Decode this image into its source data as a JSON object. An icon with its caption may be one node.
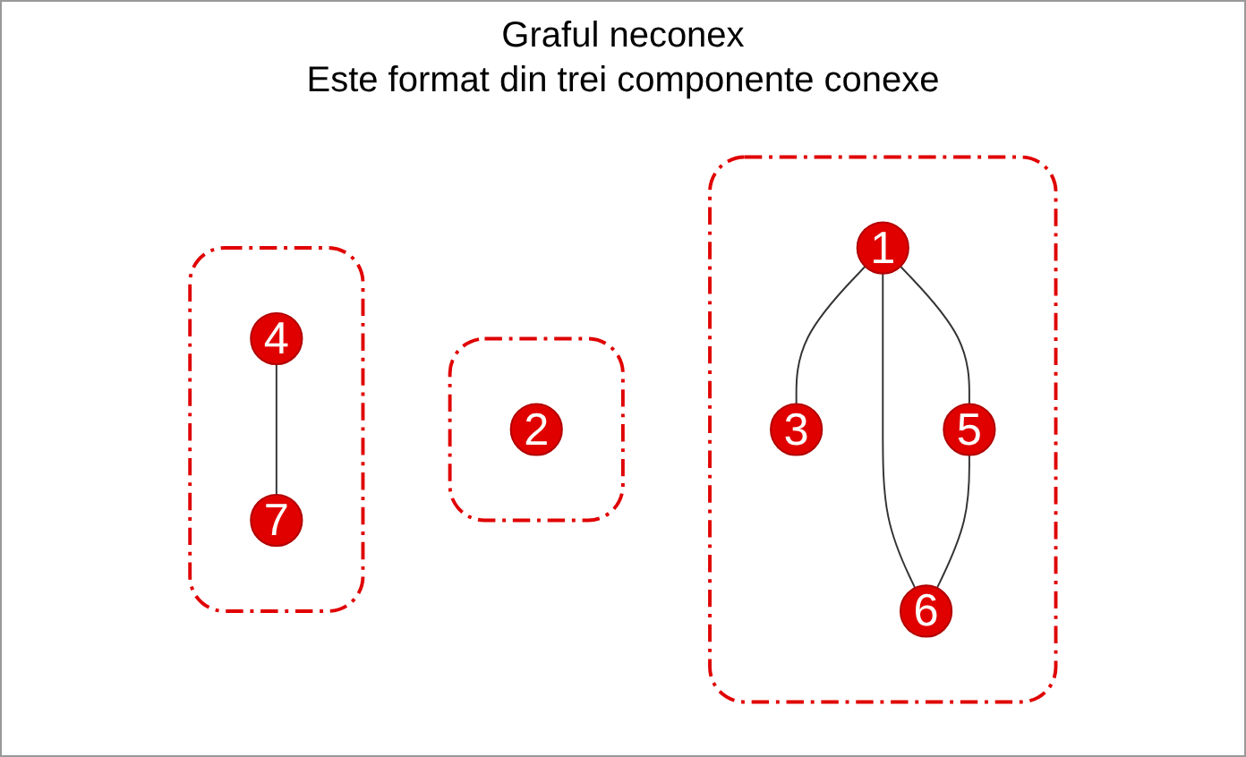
{
  "diagram": {
    "title": "Graful neconex",
    "nodes": [
      {
        "text": [],
        "shape": "box"
      },
      {
        "text": [
          "1"
        ],
        "in": 0
      },
      {
        "text": [
          "3"
        ],
        "in": 0
      },
      {
        "text": [
          "5"
        ],
        "in": 0
      },
      {
        "text": [
          "6"
        ],
        "in": 0
      },
      {
        "text": [],
        "shape": "box"
      },
      {
        "text": [
          "2"
        ],
        "in": 5
      },
      {
        "text": [],
        "shape": "box"
      },
      {
        "text": [
          "4"
        ],
        "in": 7
      },
      {
        "text": [
          "7"
        ],
        "in": 7
      }
    ],
    "edges": [
      {
        "from": 1,
        "to": 2,
        "arrow": "none"
      },
      {
        "from": 1,
        "to": 3,
        "arrow": "none"
      },
      {
        "from": 1,
        "to": 4,
        "arrow": "none"
      },
      {
        "from": 3,
        "to": 4,
        "arrow": "none"
      },
      {
        "from": 8,
        "to": 9,
        "arrow": "none"
      }
    ],
    "labels": [
      "Este format din trei componente conexe"
    ]
  }
}
